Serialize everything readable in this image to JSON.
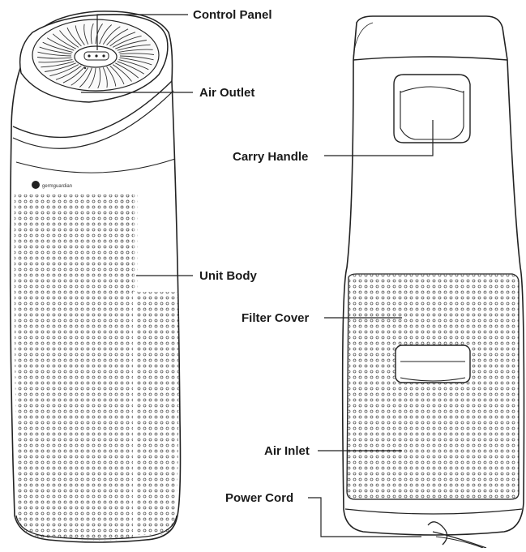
{
  "labels": {
    "control_panel": "Control Panel",
    "air_outlet": "Air Outlet",
    "carry_handle": "Carry Handle",
    "unit_body": "Unit Body",
    "filter_cover": "Filter Cover",
    "air_inlet": "Air Inlet",
    "power_cord": "Power Cord"
  },
  "brand_mark": "germguardian",
  "colors": {
    "line": "#222222",
    "background": "#ffffff"
  }
}
